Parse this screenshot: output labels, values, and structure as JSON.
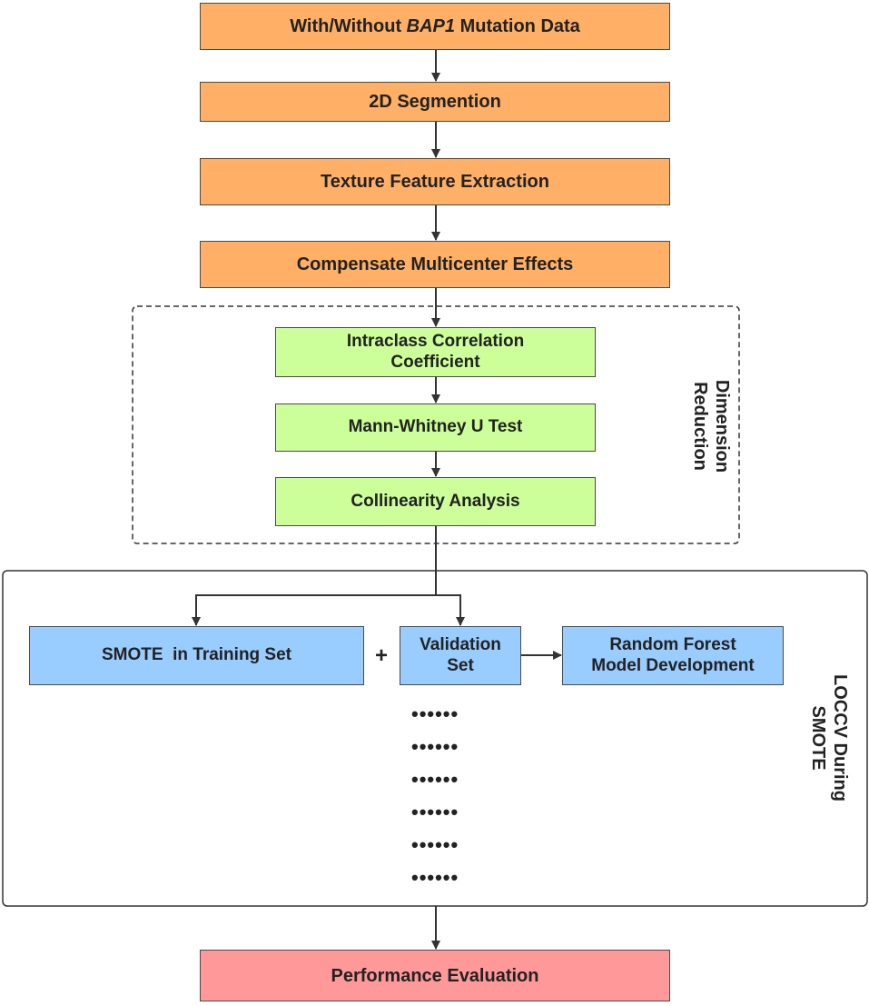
{
  "nodes": {
    "mutation_data": {
      "prefix": "With/Without ",
      "gene": "BAP1",
      "suffix": " Mutation Data"
    },
    "segmentation": "2D Segmention",
    "texture": "Texture Feature Extraction",
    "compensate": "Compensate Multicenter Effects",
    "icc_line1": "Intraclass Correlation",
    "icc_line2": "Coefficient",
    "mann_whitney": "Mann-Whitney U Test",
    "collinearity": "Collinearity Analysis",
    "smote": "SMOTE  in Training Set",
    "plus": "+",
    "validation_line1": "Validation",
    "validation_line2": "Set",
    "rf_line1": "Random Forest",
    "rf_line2": "Model Development",
    "performance": "Performance Evaluation"
  },
  "groups": {
    "dimension_reduction_line1": "Dimension",
    "dimension_reduction_line2": "Reduction",
    "loocv_line1": "LOCCV During",
    "loocv_line2": "SMOTE"
  },
  "dots": [
    "••••••",
    "••••••",
    "••••••",
    "••••••",
    "••••••",
    "••••••"
  ],
  "colors": {
    "orange": "#ffb066",
    "green": "#ccff99",
    "blue": "#99ccff",
    "pink": "#ff9999"
  }
}
